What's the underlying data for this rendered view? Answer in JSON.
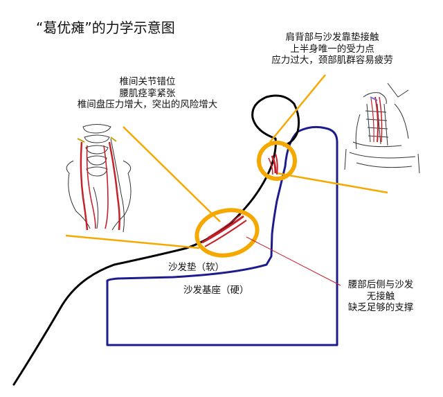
{
  "title": "“葛优瘫”的力学示意图",
  "annotations": {
    "neck": {
      "line1": "肩背部与沙发靠垫接触",
      "line2": "上半身唯一的受力点",
      "line3": "应力过大，颈部肌群容易疲劳"
    },
    "lumbar": {
      "line1": "椎间关节错位",
      "line2": "腰肌痉挛紧张",
      "line3": "椎间盘压力增大，突出的风险增大"
    },
    "cushion": "沙发垫（软）",
    "base": "沙发基座（硬）",
    "gap": {
      "line1": "腰部后侧与沙发",
      "line2": "无接触",
      "line3": "缺乏足够的支撑"
    }
  },
  "colors": {
    "sofa_outline": "#1c1c8f",
    "body_outline": "#000000",
    "highlight_circle": "#f5a800",
    "pointer_line": "#f5a800",
    "muscle": "#c8202a",
    "annotation_line": "#c8202a"
  }
}
